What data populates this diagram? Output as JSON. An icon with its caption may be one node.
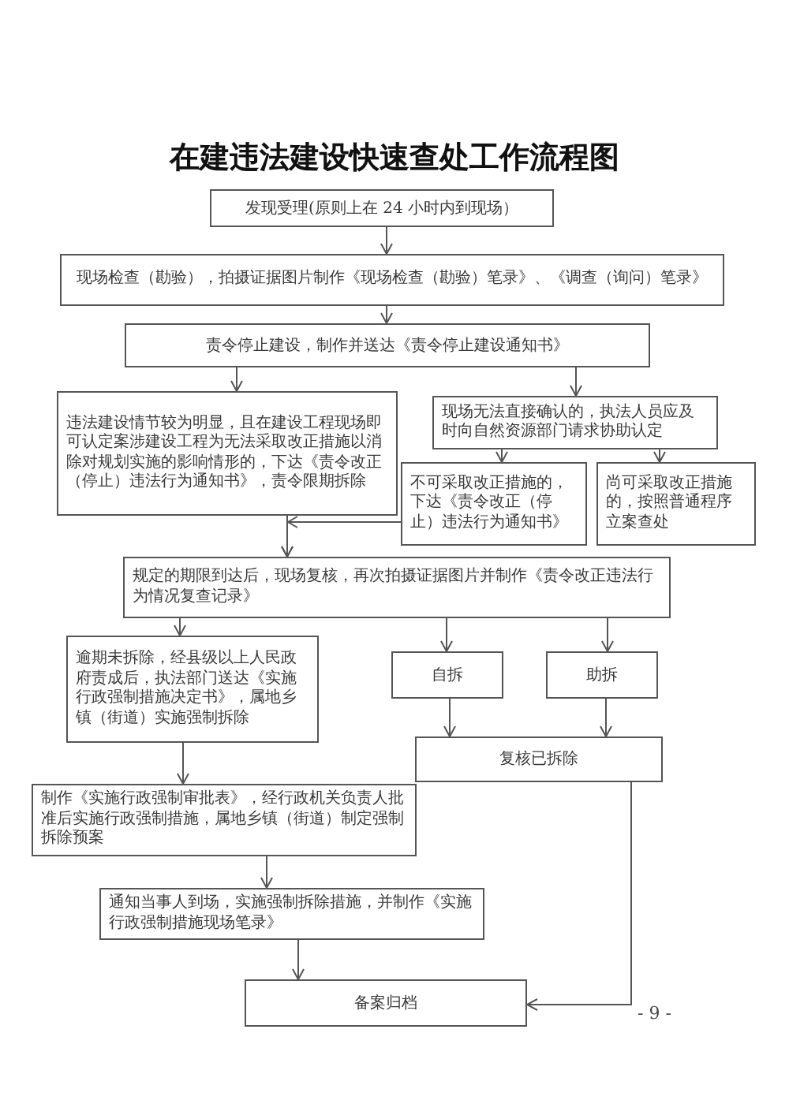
{
  "diagram": {
    "title": "在建违法建设快速查处工作流程图",
    "nodes": [
      {
        "text": [
          "发现受理(原则上在 24 小时内到现场）"
        ]
      },
      {
        "text": [
          "现场检查（勘验），拍摄证据图片制作《现场检查（勘验）笔录》、《调查（询问）笔录》"
        ]
      },
      {
        "text": [
          "责令停止建设，制作并送达《责令停止建设通知书》"
        ]
      },
      {
        "text": [
          "违法建设情节较为明显，且在建设工程现场即可认定案涉建设工程为无法采取改正措施以消除对规划实施的影响情形的，下达《责令改正（停止）违法行为通知书》，责令限期拆除"
        ]
      },
      {
        "text": [
          "现场无法直接确认的，执法人员应及时向自然资源部门请求协助认定"
        ]
      },
      {
        "text": [
          "不可采取改正措施的，下达《责令改正（停止）违法行为通知书》"
        ]
      },
      {
        "text": [
          "尚可采取改正措施的，按照普通程序立案查处"
        ]
      },
      {
        "text": [
          "规定的期限到达后，现场复核，再次拍摄证据图片并制作《责令改正违法行为情况复查记录》"
        ]
      },
      {
        "text": [
          "逾期未拆除，经县级以上人民政府责成后，执法部门送达《实施行政强制措施决定书》，属地乡镇（街道）实施强制拆除"
        ]
      },
      {
        "text": [
          "自拆"
        ]
      },
      {
        "text": [
          "助拆"
        ]
      },
      {
        "text": [
          "复核已拆除"
        ]
      },
      {
        "text": [
          "制作《实施行政强制审批表》，经行政机关负责人批准后实施行政强制措施，属地乡镇（街道）制定强制拆除预案"
        ]
      },
      {
        "text": [
          "通知当事人到场，实施强制拆除措施，并制作《实施行政强制措施现场笔录》"
        ]
      },
      {
        "text": [
          "备案归档"
        ]
      }
    ],
    "edges": [
      {
        "from": 0,
        "to": 1,
        "arrow": "to"
      },
      {
        "from": 1,
        "to": 2,
        "arrow": "to"
      },
      {
        "from": 2,
        "to": 3,
        "arrow": "to"
      },
      {
        "from": 2,
        "to": 4,
        "arrow": "to"
      },
      {
        "from": 4,
        "to": 5,
        "arrow": "to"
      },
      {
        "from": 4,
        "to": 6,
        "arrow": "to"
      },
      {
        "from": 3,
        "to": 7,
        "arrow": "to"
      },
      {
        "from": 5,
        "to": 7,
        "arrow": "to"
      },
      {
        "from": 7,
        "to": 8,
        "arrow": "to"
      },
      {
        "from": 7,
        "to": 9,
        "arrow": "to"
      },
      {
        "from": 7,
        "to": 10,
        "arrow": "to"
      },
      {
        "from": 9,
        "to": 11,
        "arrow": "to"
      },
      {
        "from": 10,
        "to": 11,
        "arrow": "to"
      },
      {
        "from": 8,
        "to": 12,
        "arrow": "to"
      },
      {
        "from": 12,
        "to": 13,
        "arrow": "to"
      },
      {
        "from": 13,
        "to": 14,
        "arrow": "to"
      },
      {
        "from": 11,
        "to": 14,
        "arrow": "to"
      }
    ],
    "labels": [
      "- 9 -"
    ]
  }
}
